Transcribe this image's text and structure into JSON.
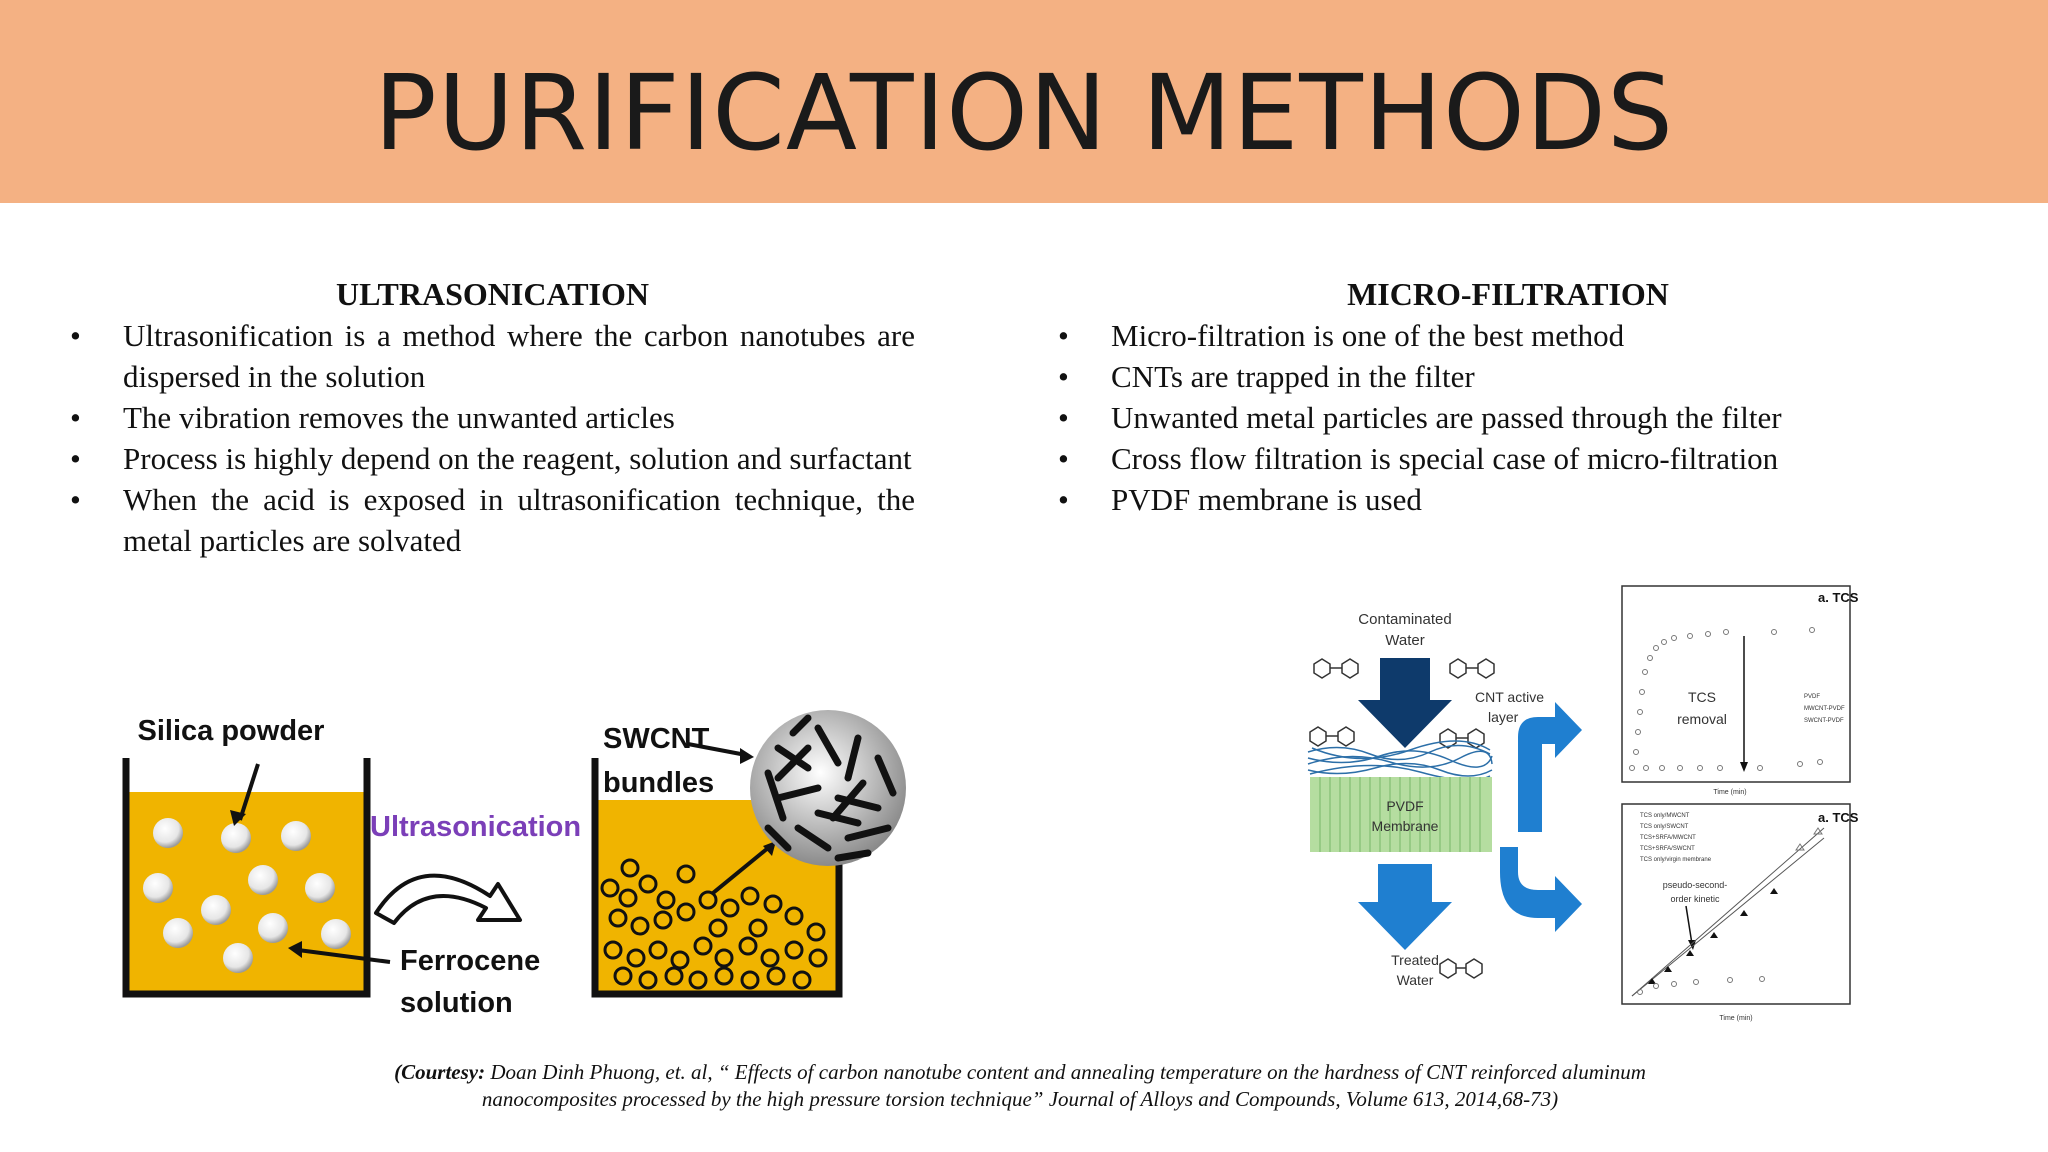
{
  "slide": {
    "title": "PURIFICATION METHODS"
  },
  "left": {
    "heading": "ULTRASONICATION",
    "bullets": [
      "Ultrasonification is a method where the carbon nanotubes are dispersed in the solution",
      "The vibration removes the unwanted articles",
      "Process is highly depend on the reagent, solution and surfactant",
      "When the acid is  exposed in ultrasonification technique, the metal particles are solvated"
    ],
    "figure": {
      "silica": "Silica powder",
      "ultrasonication": "Ultrasonication",
      "swcnt_1": "SWCNT",
      "swcnt_2": "bundles",
      "ferrocene_1": "Ferrocene",
      "ferrocene_2": "solution"
    }
  },
  "right": {
    "heading": "MICRO-FILTRATION",
    "bullets": [
      "Micro-filtration is one of the best method",
      "CNTs are trapped in the filter",
      "Unwanted metal particles are passed through the filter",
      "Cross flow filtration is special case of micro-filtration",
      "PVDF membrane is used"
    ],
    "figure": {
      "contaminated_1": "Contaminated",
      "contaminated_2": "Water",
      "cnt_1": "CNT active",
      "cnt_2": "layer",
      "pvdf_1": "PVDF",
      "pvdf_2": "Membrane",
      "treated_1": "Treated",
      "treated_2": "Water",
      "plot_a_title": "a. TCS",
      "plot_a_label_1": "TCS",
      "plot_a_label_2": "removal",
      "plot_a_legend": [
        "PVDF",
        "MWCNT-PVDF",
        "SWCNT-PVDF"
      ],
      "plot_b_title": "a. TCS",
      "plot_b_legend": [
        "TCS only/MWCNT",
        "TCS only/SWCNT",
        "TCS+SRFA/MWCNT",
        "TCS+SRFA/SWCNT",
        "TCS only/virgin membrane"
      ],
      "plot_b_note_1": "pseudo-second-",
      "plot_b_note_2": "order kinetic",
      "time_label": "Time (min)"
    }
  },
  "courtesy": {
    "label": "(Courtesy:",
    "line1": " Doan Dinh Phuong, et. al, “ Effects of carbon nanotube content and annealing temperature on the hardness of CNT reinforced aluminum",
    "line2": "nanocomposites processed by the high pressure torsion technique” Journal of Alloys and Compounds, Volume 613, 2014,68-73)"
  },
  "colors": {
    "banner": "#f4b183",
    "beaker_fill": "#f0b400",
    "ultrasonication_text": "#7b3fb8",
    "arrow_dark": "#0e3a6b",
    "arrow_light": "#1f7fd0",
    "membrane": "#b5dda0"
  }
}
